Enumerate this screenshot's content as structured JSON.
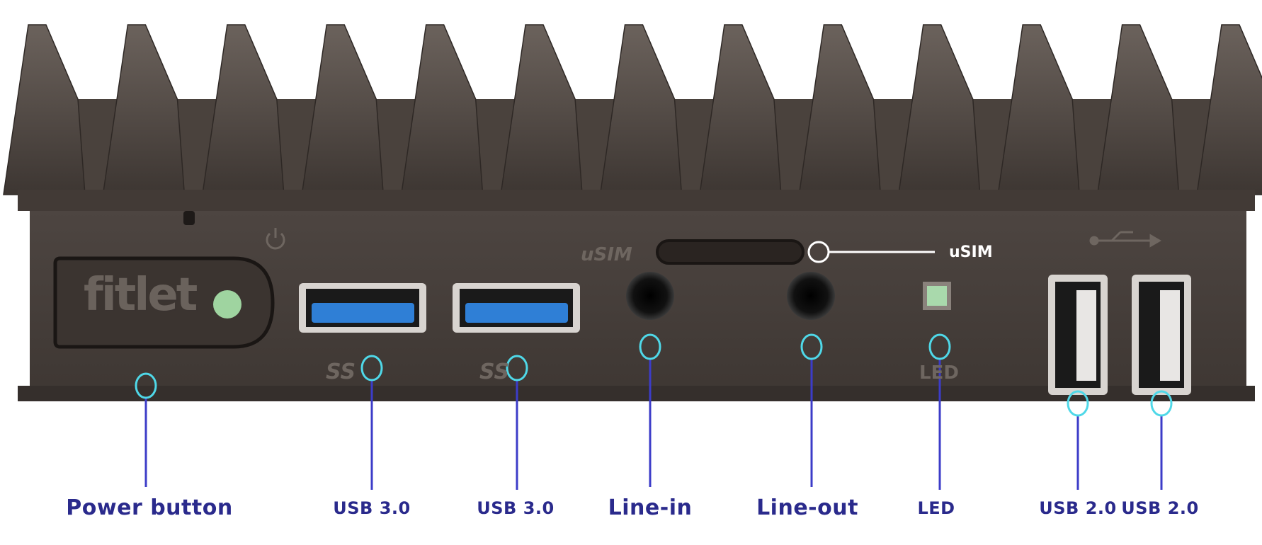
{
  "device": {
    "logo": "fitlet",
    "colors": {
      "body": "#4a423e",
      "body_dark": "#3a3330",
      "fin": "#5a514c",
      "usb3_blue": "#2f7fd6",
      "led_green": "#9fd4a0",
      "callout_line": "#3c3cc8",
      "callout_circle": "#4fd8e8",
      "label": "#2a2a8c"
    },
    "engraved": {
      "usim": "uSIM",
      "ss1": "SS",
      "ss2": "SS",
      "led": "LED"
    }
  },
  "callouts": {
    "usim_label": "uSIM",
    "labels": [
      {
        "id": "power-button",
        "text": "Power button"
      },
      {
        "id": "usb3-1",
        "text": "USB 3.0"
      },
      {
        "id": "usb3-2",
        "text": "USB 3.0"
      },
      {
        "id": "line-in",
        "text": "Line-in"
      },
      {
        "id": "line-out",
        "text": "Line-out"
      },
      {
        "id": "led",
        "text": "LED"
      },
      {
        "id": "usb2-1",
        "text": "USB 2.0"
      },
      {
        "id": "usb2-2",
        "text": "USB 2.0"
      }
    ]
  }
}
